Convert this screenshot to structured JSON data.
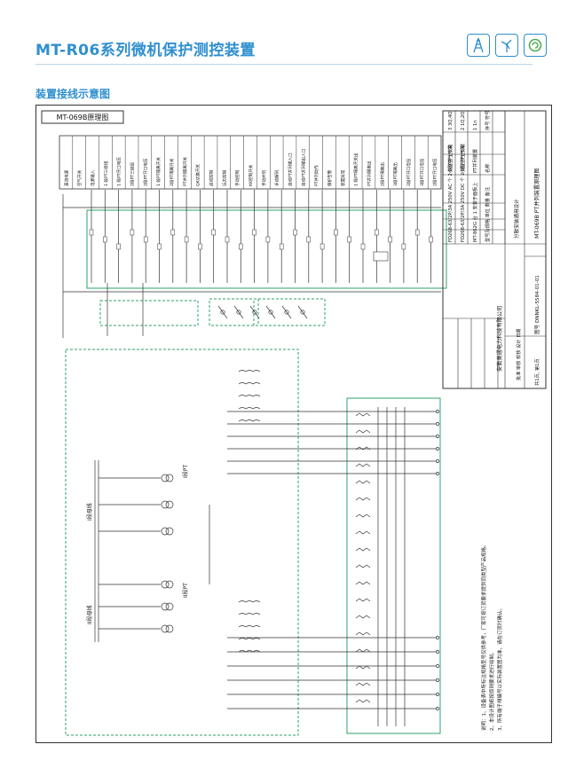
{
  "header": {
    "title": "MT-R06系列微机保护测控装置",
    "icon1": "tower-icon",
    "icon2": "wind-turbine-icon",
    "icon3": "recycle-icon",
    "accent": "#2f8fcf"
  },
  "section": {
    "title": "装置接线示意图"
  },
  "drawing": {
    "title": "MT-069B原理图",
    "function_labels": [
      "直流电源",
      "空气开关",
      "电源输入",
      "1 段PT三绕组",
      "1 段PT开口电压",
      "2段PT三绕组",
      "2段PT开口电压",
      "1 段PT隔离开关",
      "2段PT隔离开关",
      "PT并列隔离开关",
      "QK切换开关",
      "启动控制",
      "远方控制",
      "手动控制",
      "KK控制开关",
      "手动并列",
      "手动解列",
      "自动PT并列输入口",
      "自动PT并列输出入口",
      "PT并列动作",
      "保护告警",
      "装置异常",
      "1 段PT隔离开关出",
      "PT并列隔离出",
      "2段PT隔离出",
      "3段PT隔离出",
      "2段PT开口电压",
      "3段PT开口电压",
      "2段PT开口电压"
    ],
    "component_table": [
      {
        "no": "3",
        "code": "3Q,4Q",
        "name": "小型空气开关",
        "spec": "FD268-63/2P/3A 250V AC",
        "unit": "个",
        "qty": "2",
        "note": "端子排上安装"
      },
      {
        "no": "2",
        "code": "1Q,2Q",
        "name": "小型空气开关",
        "spec": "FD268-63/2P/3A 250V DC",
        "unit": "个",
        "qty": "2",
        "note": "端子排上安装"
      },
      {
        "no": "1",
        "code": "1n",
        "name": "PT并列装置",
        "spec": "MT-862G",
        "unit": "台",
        "qty": "1",
        "note": "安装于面板上"
      }
    ],
    "table_header": {
      "no": "序号",
      "code": "符号",
      "name": "名称",
      "spec": "型号及规格",
      "unit": "单位",
      "qty": "数量",
      "note": "备注"
    },
    "company": "安徽美通电力科技有限公司",
    "design": "分散安装通用设计",
    "drawing_name": "MT-069B PT并列装置原理图",
    "drawing_no": "DNNKL-5584-01-01",
    "sheet": "共1页, 第1页",
    "sign_rows": [
      "批准",
      "审核",
      "校核",
      "设计"
    ],
    "date_label": "日期",
    "drawing_no_label": "图号",
    "bus1": "I段母线",
    "bus2": "II段母线",
    "pt1": "I段PT",
    "pt2": "II段PT",
    "notes": [
      "说明：1、设备表中所标注规格型号仅供参考，厂家可按订货要求提供同类型产品规格。",
      "2、本设计图纸按原则要求进行绘制。",
      "3、所有端子排编号以实际装置图为准，请在订货时确认。"
    ]
  }
}
